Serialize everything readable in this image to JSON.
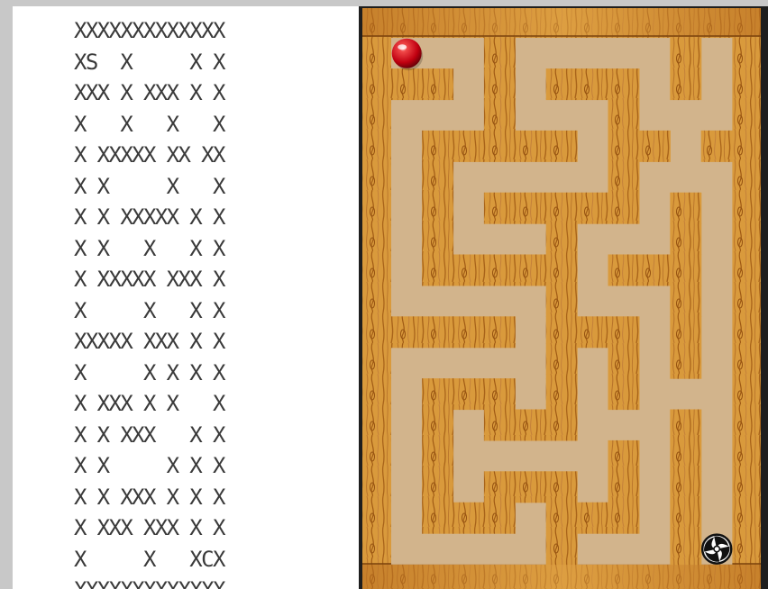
{
  "ascii_map": {
    "rows": [
      "XXXXXXXXXXXXX",
      "XS  X     X X",
      "XXX X XXX X X",
      "X   X   X   X",
      "X XXXXX XX XX",
      "X X     X   X",
      "X X XXXXX X X",
      "X X   X   X X",
      "X XXXXX XXX X",
      "X     X   X X",
      "XXXXX XXX X X",
      "X     X X X X",
      "X XXX X X   X",
      "X X XXX   X X",
      "X X     X X X",
      "X X XXX X X X",
      "X XXX XXX X X",
      "X     X   XCX",
      "XXXXXXXXXXXXX"
    ]
  },
  "legend": {
    "wall": "X",
    "start": "S",
    "goal": "C",
    "empty": " "
  },
  "maze": {
    "ball": "red-ball",
    "goal_icon": "swirl-hole-icon",
    "colors": {
      "floor": "#d2b48c",
      "wood": "#d99a3c",
      "wood_dark": "#a9641a",
      "ball": "#d0101a"
    }
  }
}
